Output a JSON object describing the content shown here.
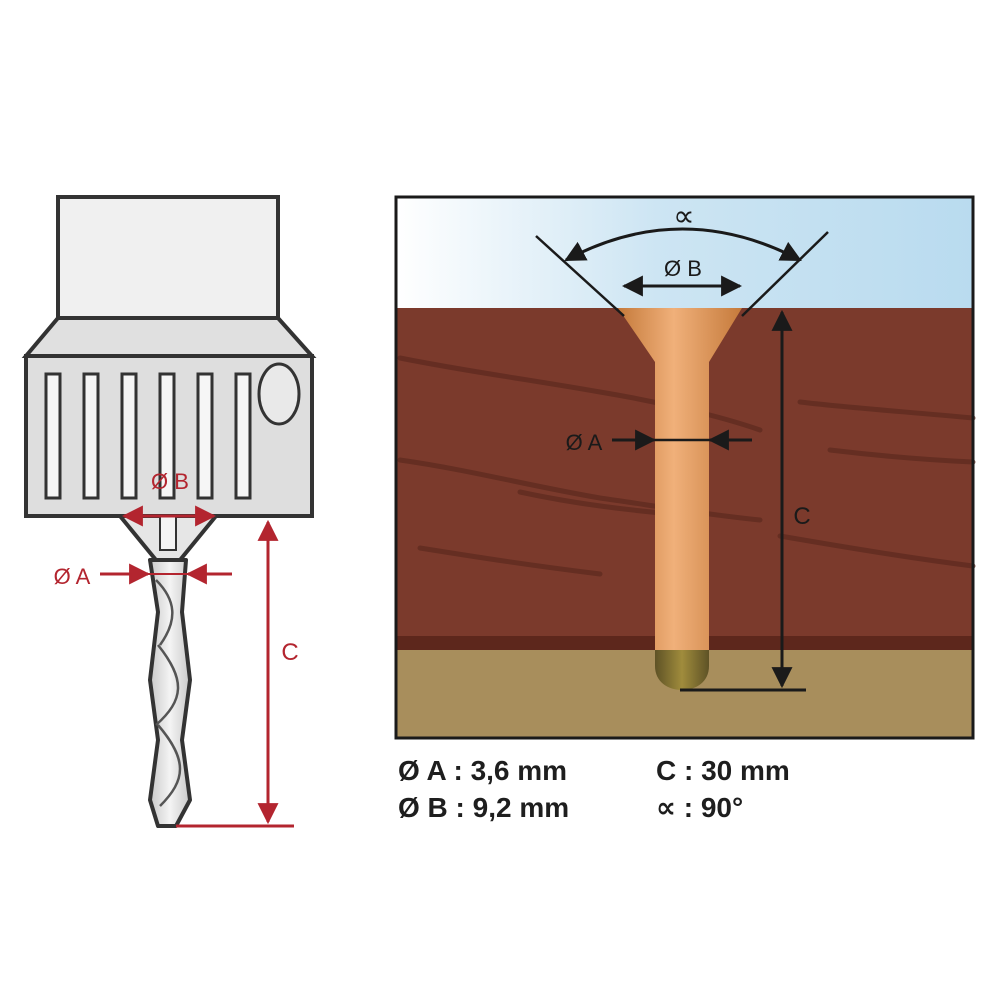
{
  "left_diagram": {
    "labels": {
      "diam_b": "Ø B",
      "diam_a": "Ø A",
      "depth_c": "C"
    },
    "accent_color": "#b3252f"
  },
  "right_diagram": {
    "labels": {
      "angle": "∝",
      "diam_b": "Ø B",
      "diam_a": "Ø A",
      "depth_c": "C"
    },
    "colors": {
      "sky": "#cfe6f4",
      "wood": "#7c3a2d",
      "base": "#a88e5e",
      "hole": "#d88e4f"
    }
  },
  "specs": {
    "diam_a": "Ø A : 3,6 mm",
    "diam_b": "Ø B : 9,2 mm",
    "depth_c": "C : 30 mm",
    "angle": "∝ : 90°"
  }
}
